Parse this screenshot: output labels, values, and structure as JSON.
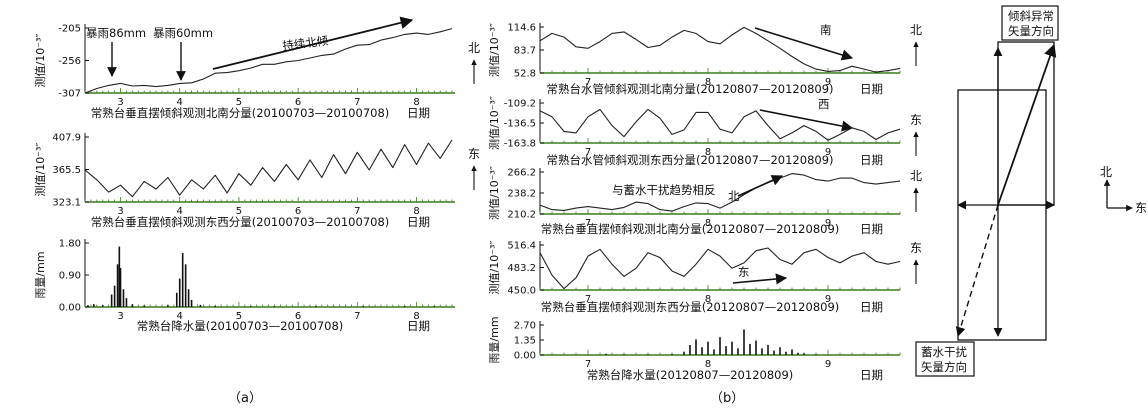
{
  "figure_labels": {
    "a": "（a）",
    "b": "（b）"
  },
  "direction_labels": {
    "north": "北",
    "east": "东",
    "south": "南",
    "west": "西"
  },
  "date_unit": "日期",
  "chart_data": [
    {
      "id": "a1",
      "type": "line",
      "caption": "常熟台垂直摆倾斜观测北南分量(20100703—20100708)",
      "ylabel": "测值/10⁻³″",
      "ylim": [
        -307,
        -205
      ],
      "yticks": [
        "-205",
        "-256",
        "-307"
      ],
      "xticks": [
        "3",
        "4",
        "5",
        "6",
        "7",
        "8"
      ],
      "xrange": [
        2.4,
        8.65
      ],
      "annotations": [
        "暴雨86mm",
        "暴雨60mm",
        "持续北倾"
      ],
      "compass": "北",
      "series": [
        {
          "x": [
            2.4,
            2.6,
            2.8,
            3.0,
            3.2,
            3.4,
            3.6,
            3.8,
            4.0,
            4.2,
            4.4,
            4.6,
            4.8,
            5.0,
            5.2,
            5.4,
            5.6,
            5.8,
            6.0,
            6.2,
            6.4,
            6.6,
            6.8,
            7.0,
            7.2,
            7.4,
            7.6,
            7.8,
            8.0,
            8.2,
            8.4,
            8.6
          ],
          "values": [
            -307,
            -300,
            -295,
            -292,
            -296,
            -295,
            -297,
            -295,
            -292,
            -291,
            -285,
            -276,
            -275,
            -272,
            -268,
            -262,
            -262,
            -258,
            -256,
            -252,
            -248,
            -246,
            -238,
            -232,
            -231,
            -224,
            -220,
            -215,
            -213,
            -215,
            -211,
            -206
          ]
        }
      ]
    },
    {
      "id": "a2",
      "type": "line",
      "caption": "常熟台垂直摆倾斜观测东西分量(20100703—20100708)",
      "ylabel": "测值/10⁻³″",
      "ylim": [
        323.1,
        407.9
      ],
      "yticks": [
        "407.9",
        "365.5",
        "323.1"
      ],
      "xticks": [
        "3",
        "4",
        "5",
        "6",
        "7",
        "8"
      ],
      "xrange": [
        2.4,
        8.65
      ],
      "compass": "东",
      "series": [
        {
          "x": [
            2.4,
            2.6,
            2.8,
            3.0,
            3.2,
            3.4,
            3.6,
            3.8,
            4.0,
            4.2,
            4.4,
            4.6,
            4.8,
            5.0,
            5.2,
            5.4,
            5.6,
            5.8,
            6.0,
            6.2,
            6.4,
            6.6,
            6.8,
            7.0,
            7.2,
            7.4,
            7.6,
            7.8,
            8.0,
            8.2,
            8.4,
            8.6
          ],
          "values": [
            365,
            352,
            336,
            345,
            330,
            350,
            340,
            355,
            332,
            352,
            340,
            358,
            335,
            360,
            345,
            368,
            350,
            372,
            352,
            378,
            355,
            385,
            360,
            388,
            365,
            392,
            368,
            398,
            372,
            400,
            380,
            404
          ]
        }
      ]
    },
    {
      "id": "a3",
      "type": "bar",
      "caption": "常熟台降水量(20100703—20100708)",
      "ylabel": "雨量/mm",
      "ylim": [
        0,
        1.8
      ],
      "yticks": [
        "1.80",
        "0.90",
        "0.00"
      ],
      "xticks": [
        "3",
        "4",
        "5",
        "6",
        "7",
        "8"
      ],
      "xrange": [
        2.4,
        8.65
      ],
      "series": [
        {
          "x": [
            2.45,
            2.55,
            2.7,
            2.85,
            2.9,
            2.95,
            2.98,
            3.0,
            3.05,
            3.1,
            3.2,
            3.4,
            3.8,
            3.95,
            4.0,
            4.05,
            4.1,
            4.15,
            4.2,
            4.35,
            4.6,
            5.2,
            5.6,
            6.3,
            7.1,
            7.8,
            8.3
          ],
          "values": [
            0.05,
            0.08,
            0.05,
            0.35,
            0.6,
            1.2,
            1.7,
            1.1,
            0.5,
            0.25,
            0.08,
            0.04,
            0.05,
            0.4,
            0.8,
            1.52,
            1.2,
            0.5,
            0.2,
            0.06,
            0.03,
            0.02,
            0.02,
            0.02,
            0.02,
            0.02,
            0.02
          ]
        }
      ]
    },
    {
      "id": "b1",
      "type": "line",
      "caption": "常熟台水管倾斜观测北南分量(20120807—20120809)",
      "ylabel": "测值/10⁻³″",
      "ylim": [
        52.8,
        114.6
      ],
      "yticks": [
        "114.6",
        "83.7",
        "52.8"
      ],
      "xticks": [
        "7",
        "8",
        "9"
      ],
      "xrange": [
        6.6,
        9.6
      ],
      "annotations": [
        "南"
      ],
      "compass": "北",
      "series": [
        {
          "x": [
            6.6,
            6.7,
            6.8,
            6.9,
            7.0,
            7.1,
            7.2,
            7.3,
            7.4,
            7.5,
            7.6,
            7.7,
            7.8,
            7.9,
            8.0,
            8.1,
            8.2,
            8.3,
            8.4,
            8.5,
            8.6,
            8.7,
            8.8,
            8.9,
            9.0,
            9.1,
            9.2,
            9.3,
            9.4,
            9.5,
            9.6
          ],
          "values": [
            96,
            106,
            101,
            88,
            86,
            95,
            106,
            108,
            98,
            87,
            90,
            101,
            110,
            106,
            95,
            92,
            104,
            114,
            106,
            96,
            86,
            75,
            65,
            58,
            55,
            56,
            62,
            58,
            54,
            56,
            59
          ]
        }
      ]
    },
    {
      "id": "b2",
      "type": "line",
      "caption": "常熟台水管倾斜观测东西分量(20120807—20120809)",
      "ylabel": "测值/10⁻³″",
      "ylim": [
        -163.8,
        -109.2
      ],
      "yticks": [
        "-109.2",
        "-136.5",
        "-163.8"
      ],
      "xticks": [
        "7",
        "8",
        "9"
      ],
      "xrange": [
        6.6,
        9.6
      ],
      "annotations": [
        "西"
      ],
      "compass": "东",
      "series": [
        {
          "x": [
            6.6,
            6.7,
            6.8,
            6.9,
            7.0,
            7.1,
            7.2,
            7.3,
            7.4,
            7.5,
            7.6,
            7.7,
            7.8,
            7.9,
            8.0,
            8.1,
            8.2,
            8.3,
            8.4,
            8.5,
            8.6,
            8.7,
            8.8,
            8.9,
            9.0,
            9.1,
            9.2,
            9.3,
            9.4,
            9.5,
            9.6
          ],
          "values": [
            -120,
            -128,
            -148,
            -150,
            -128,
            -118,
            -140,
            -155,
            -135,
            -118,
            -130,
            -152,
            -146,
            -122,
            -122,
            -145,
            -150,
            -128,
            -120,
            -140,
            -158,
            -150,
            -140,
            -148,
            -160,
            -152,
            -143,
            -148,
            -159,
            -150,
            -145
          ]
        }
      ]
    },
    {
      "id": "b3",
      "type": "line",
      "caption": "常熟台垂直摆倾斜观测北南分量(20120807—20120809)",
      "ylabel": "测值/10⁻³″",
      "ylim": [
        210.2,
        266.2
      ],
      "yticks": [
        "266.2",
        "238.2",
        "210.2"
      ],
      "xticks": [
        "7",
        "8",
        "9"
      ],
      "xrange": [
        6.6,
        9.6
      ],
      "annotations": [
        "与蓄水干扰趋势相反"
      ],
      "compass": "北",
      "series": [
        {
          "x": [
            6.6,
            6.7,
            6.8,
            6.9,
            7.0,
            7.1,
            7.2,
            7.3,
            7.4,
            7.5,
            7.6,
            7.7,
            7.8,
            7.9,
            8.0,
            8.1,
            8.2,
            8.3,
            8.4,
            8.5,
            8.6,
            8.7,
            8.8,
            8.9,
            9.0,
            9.1,
            9.2,
            9.3,
            9.4,
            9.5,
            9.6
          ],
          "values": [
            222,
            216,
            215,
            218,
            220,
            218,
            216,
            219,
            226,
            224,
            216,
            214,
            220,
            225,
            224,
            218,
            226,
            236,
            245,
            252,
            258,
            264,
            262,
            256,
            254,
            258,
            258,
            252,
            250,
            252,
            254
          ]
        }
      ]
    },
    {
      "id": "b4",
      "type": "line",
      "caption": "常熟台垂直摆倾斜观测东西分量(20120807—20120809)",
      "ylabel": "测值/10⁻³″",
      "ylim": [
        450.0,
        516.4
      ],
      "yticks": [
        "516.4",
        "483.2",
        "450.0"
      ],
      "xticks": [
        "7",
        "8",
        "9"
      ],
      "xrange": [
        6.6,
        9.6
      ],
      "annotations": [
        "东"
      ],
      "compass": "东",
      "series": [
        {
          "x": [
            6.6,
            6.7,
            6.8,
            6.9,
            7.0,
            7.1,
            7.2,
            7.3,
            7.4,
            7.5,
            7.6,
            7.7,
            7.8,
            7.9,
            8.0,
            8.1,
            8.2,
            8.3,
            8.4,
            8.5,
            8.6,
            8.7,
            8.8,
            8.9,
            9.0,
            9.1,
            9.2,
            9.3,
            9.4,
            9.5,
            9.6
          ],
          "values": [
            505,
            472,
            452,
            468,
            500,
            510,
            488,
            470,
            482,
            505,
            498,
            478,
            470,
            488,
            510,
            500,
            482,
            490,
            508,
            512,
            495,
            488,
            505,
            510,
            498,
            490,
            500,
            505,
            492,
            488,
            492
          ]
        }
      ]
    },
    {
      "id": "b5",
      "type": "bar",
      "caption": "常熟台降水量(20120807—20120809)",
      "ylabel": "雨量/mm",
      "ylim": [
        0,
        2.7
      ],
      "yticks": [
        "2.70",
        "1.35",
        "0.00"
      ],
      "xticks": [
        "7",
        "8",
        "9"
      ],
      "xrange": [
        6.6,
        9.6
      ],
      "series": [
        {
          "x": [
            7.15,
            7.3,
            7.5,
            7.7,
            7.8,
            7.85,
            7.9,
            7.95,
            8.0,
            8.05,
            8.1,
            8.15,
            8.2,
            8.25,
            8.3,
            8.35,
            8.4,
            8.45,
            8.5,
            8.55,
            8.6,
            8.65,
            8.7,
            8.75,
            8.8,
            8.9
          ],
          "values": [
            0.1,
            0.05,
            0.05,
            0.08,
            0.3,
            0.9,
            1.4,
            0.7,
            1.2,
            0.5,
            1.6,
            0.8,
            1.2,
            0.6,
            2.3,
            1.0,
            1.3,
            0.6,
            0.9,
            0.4,
            0.7,
            0.3,
            0.5,
            0.2,
            0.15,
            0.05
          ]
        }
      ]
    }
  ],
  "vector_diagram": {
    "labels": [
      "倾斜异常",
      "矢量方向",
      "蓄水干扰",
      "矢量方向"
    ],
    "axes": {
      "north": "北",
      "east": "东"
    }
  }
}
